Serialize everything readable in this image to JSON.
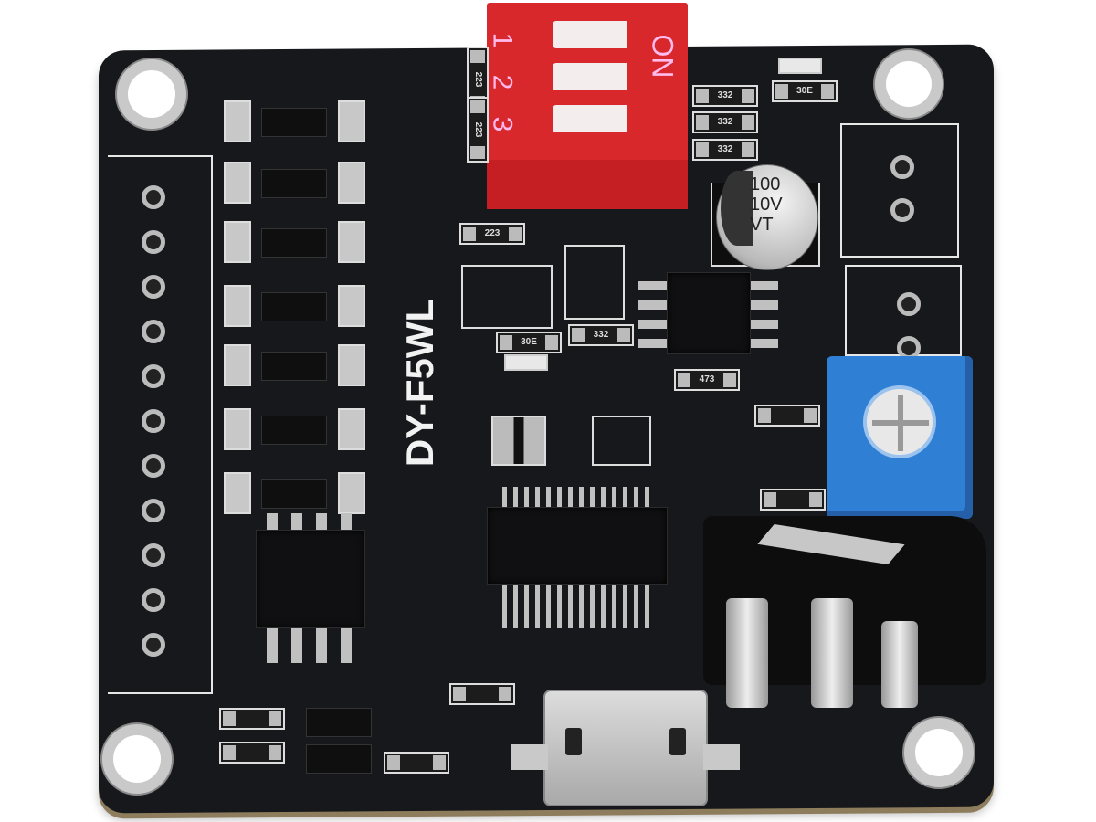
{
  "board": {
    "name": "DY-F5WL"
  },
  "dip_switch": {
    "on_label": "ON",
    "positions": [
      "1",
      "2",
      "3"
    ],
    "color": "#d8282c"
  },
  "capacitor": {
    "lines": [
      "100",
      "10V",
      "VT"
    ]
  },
  "resistor_codes": [
    "223",
    "223",
    "332",
    "332",
    "332",
    "30E",
    "223",
    "30E",
    "332",
    "473"
  ],
  "colors": {
    "pcb": "#17181b",
    "potentiometer": "#2f7fd4"
  }
}
